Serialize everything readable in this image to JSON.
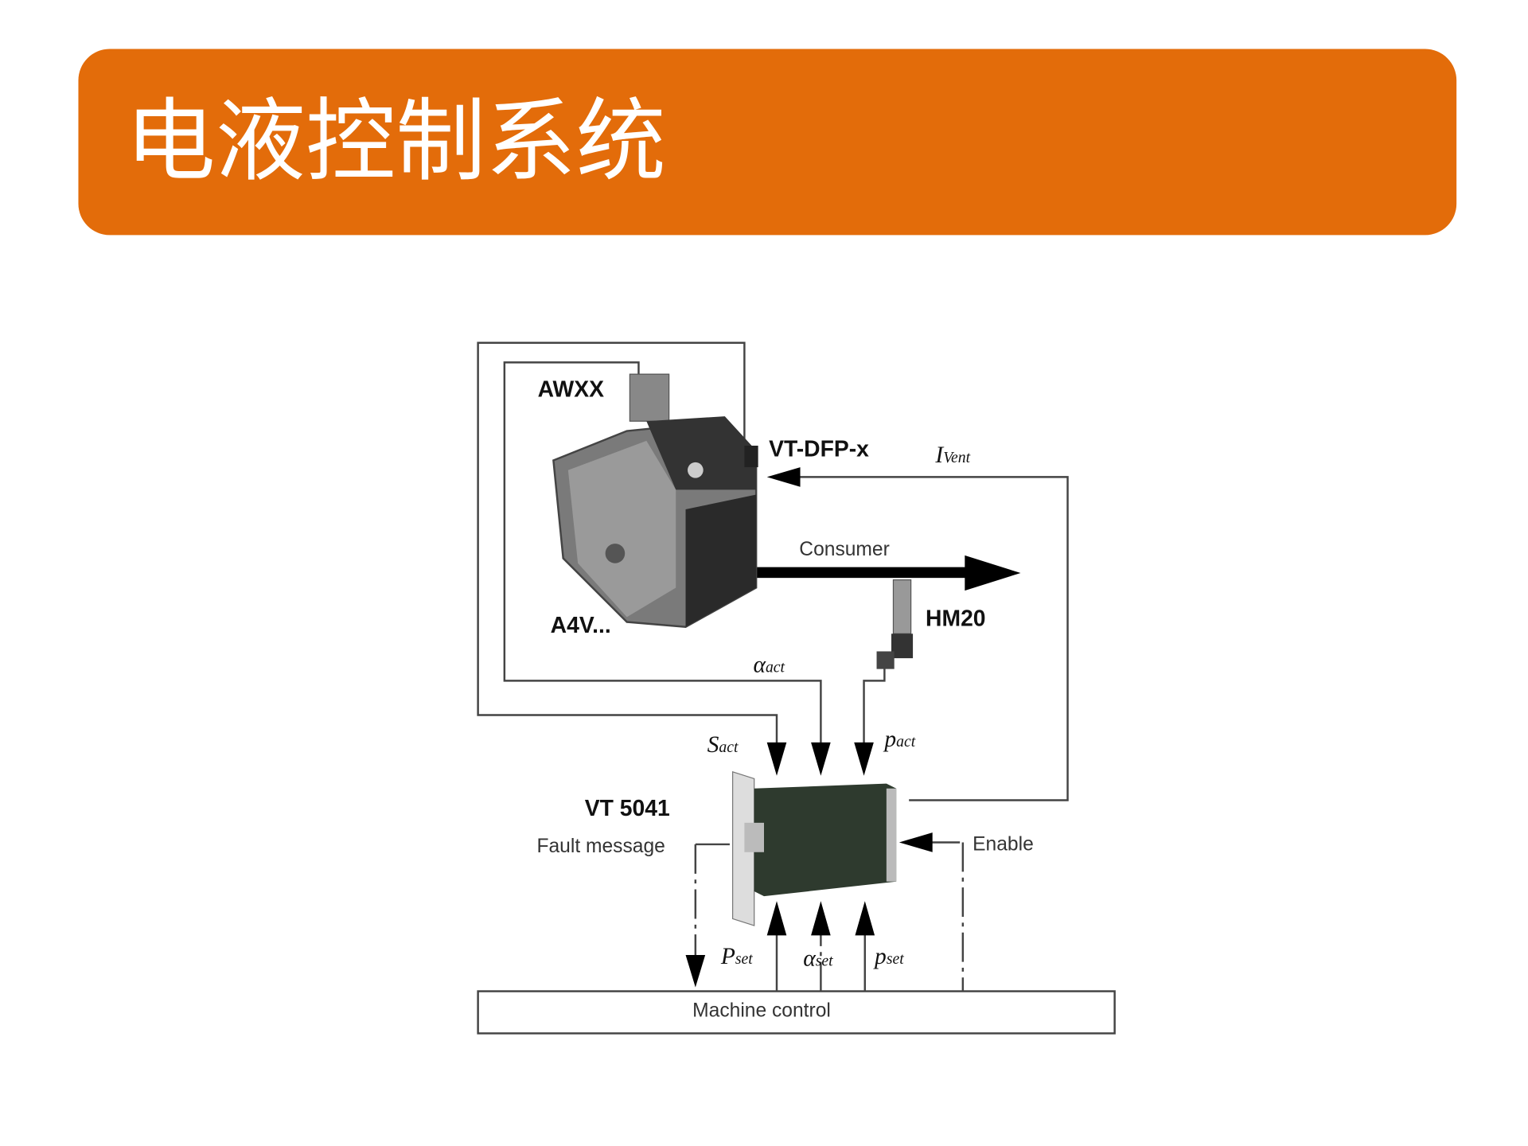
{
  "title": "电液控制系统",
  "colors": {
    "banner": "#E36C0A",
    "title_text": "#FFFFFF",
    "line": "#333333"
  },
  "diagram": {
    "pump_label": "AWXX",
    "pump_model": "A4V...",
    "valve_label": "VT-DFP-x",
    "current_signal": {
      "main": "I",
      "sub": "Vent"
    },
    "consumer_label": "Consumer",
    "sensor_label": "HM20",
    "alpha_act": {
      "main": "α",
      "sub": "act"
    },
    "s_act": {
      "main": "S",
      "sub": "act"
    },
    "p_act": {
      "main": "p",
      "sub": "act"
    },
    "card_label": "VT 5041",
    "fault_label": "Fault message",
    "enable_label": "Enable",
    "P_set": {
      "main": "P",
      "sub": "set"
    },
    "alpha_set": {
      "main": "α",
      "sub": "set"
    },
    "p_set": {
      "main": "p",
      "sub": "set"
    },
    "machine_control": "Machine control"
  }
}
